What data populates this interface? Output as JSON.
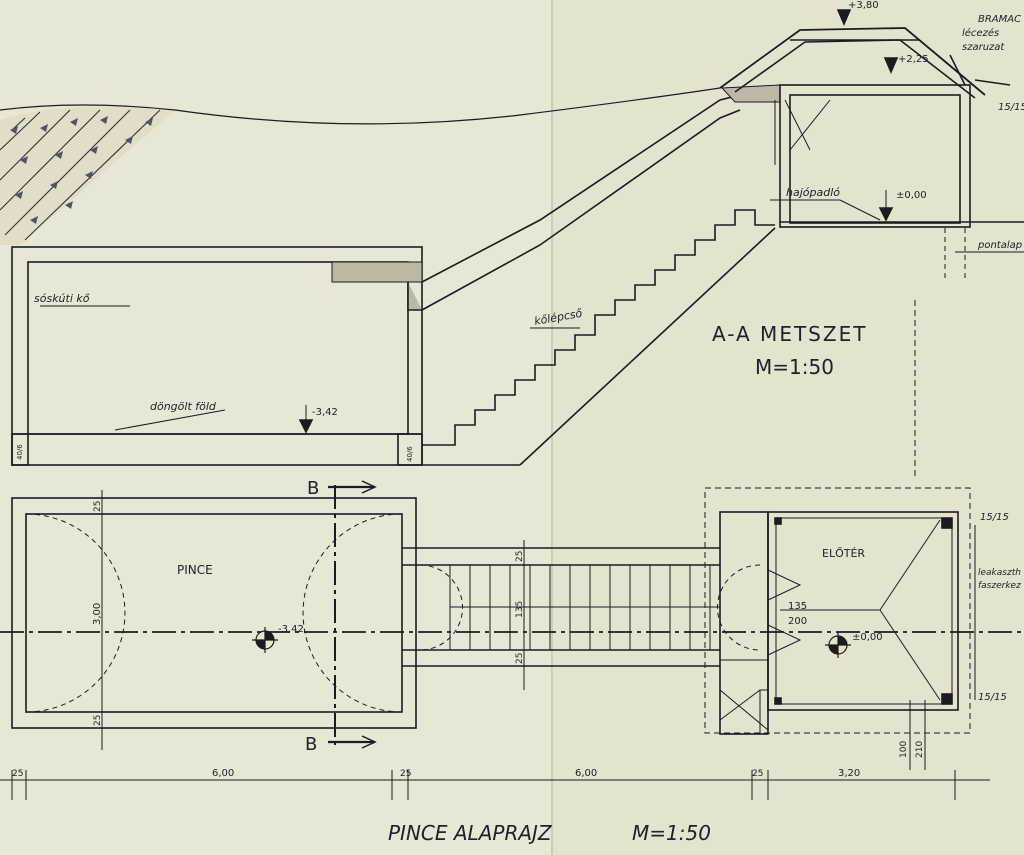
{
  "section": {
    "title": "A-A METSZET",
    "scale": "M=1:50",
    "labels": {
      "sosk": "sóskúti kő",
      "dong": "döngölt föld",
      "kolep": "kőlépcső",
      "hajo": "hajópadló",
      "ponta": "pontalap",
      "brama": "BRAMAC",
      "lecez": "lécezés",
      "szaru": "szaruzat",
      "dim1515": "15/15"
    },
    "levels": {
      "top": "+3,80",
      "eave": "+2,25",
      "floor": "±0,00",
      "cellar": "-3,42"
    },
    "footing_mark": "40/6"
  },
  "plan": {
    "title": "PINCE ALAPRAJZ",
    "scale": "M=1:50",
    "room_pince": "PINCE",
    "room_eloter": "ELŐTÉR",
    "level_pince": "-3,42",
    "level_eloter": "±0,00",
    "cut_letter": "B",
    "dims": {
      "w25": "25",
      "h300": "3,00",
      "stair135": "135",
      "d135": "135",
      "d200": "200",
      "d100": "100",
      "d210": "210",
      "col1515": "15/15",
      "leak1": "leakaszth",
      "leak2": "faszerkez"
    },
    "bottom_dims": [
      "25",
      "6,00",
      "25",
      "6,00",
      "25",
      "3,20"
    ]
  }
}
